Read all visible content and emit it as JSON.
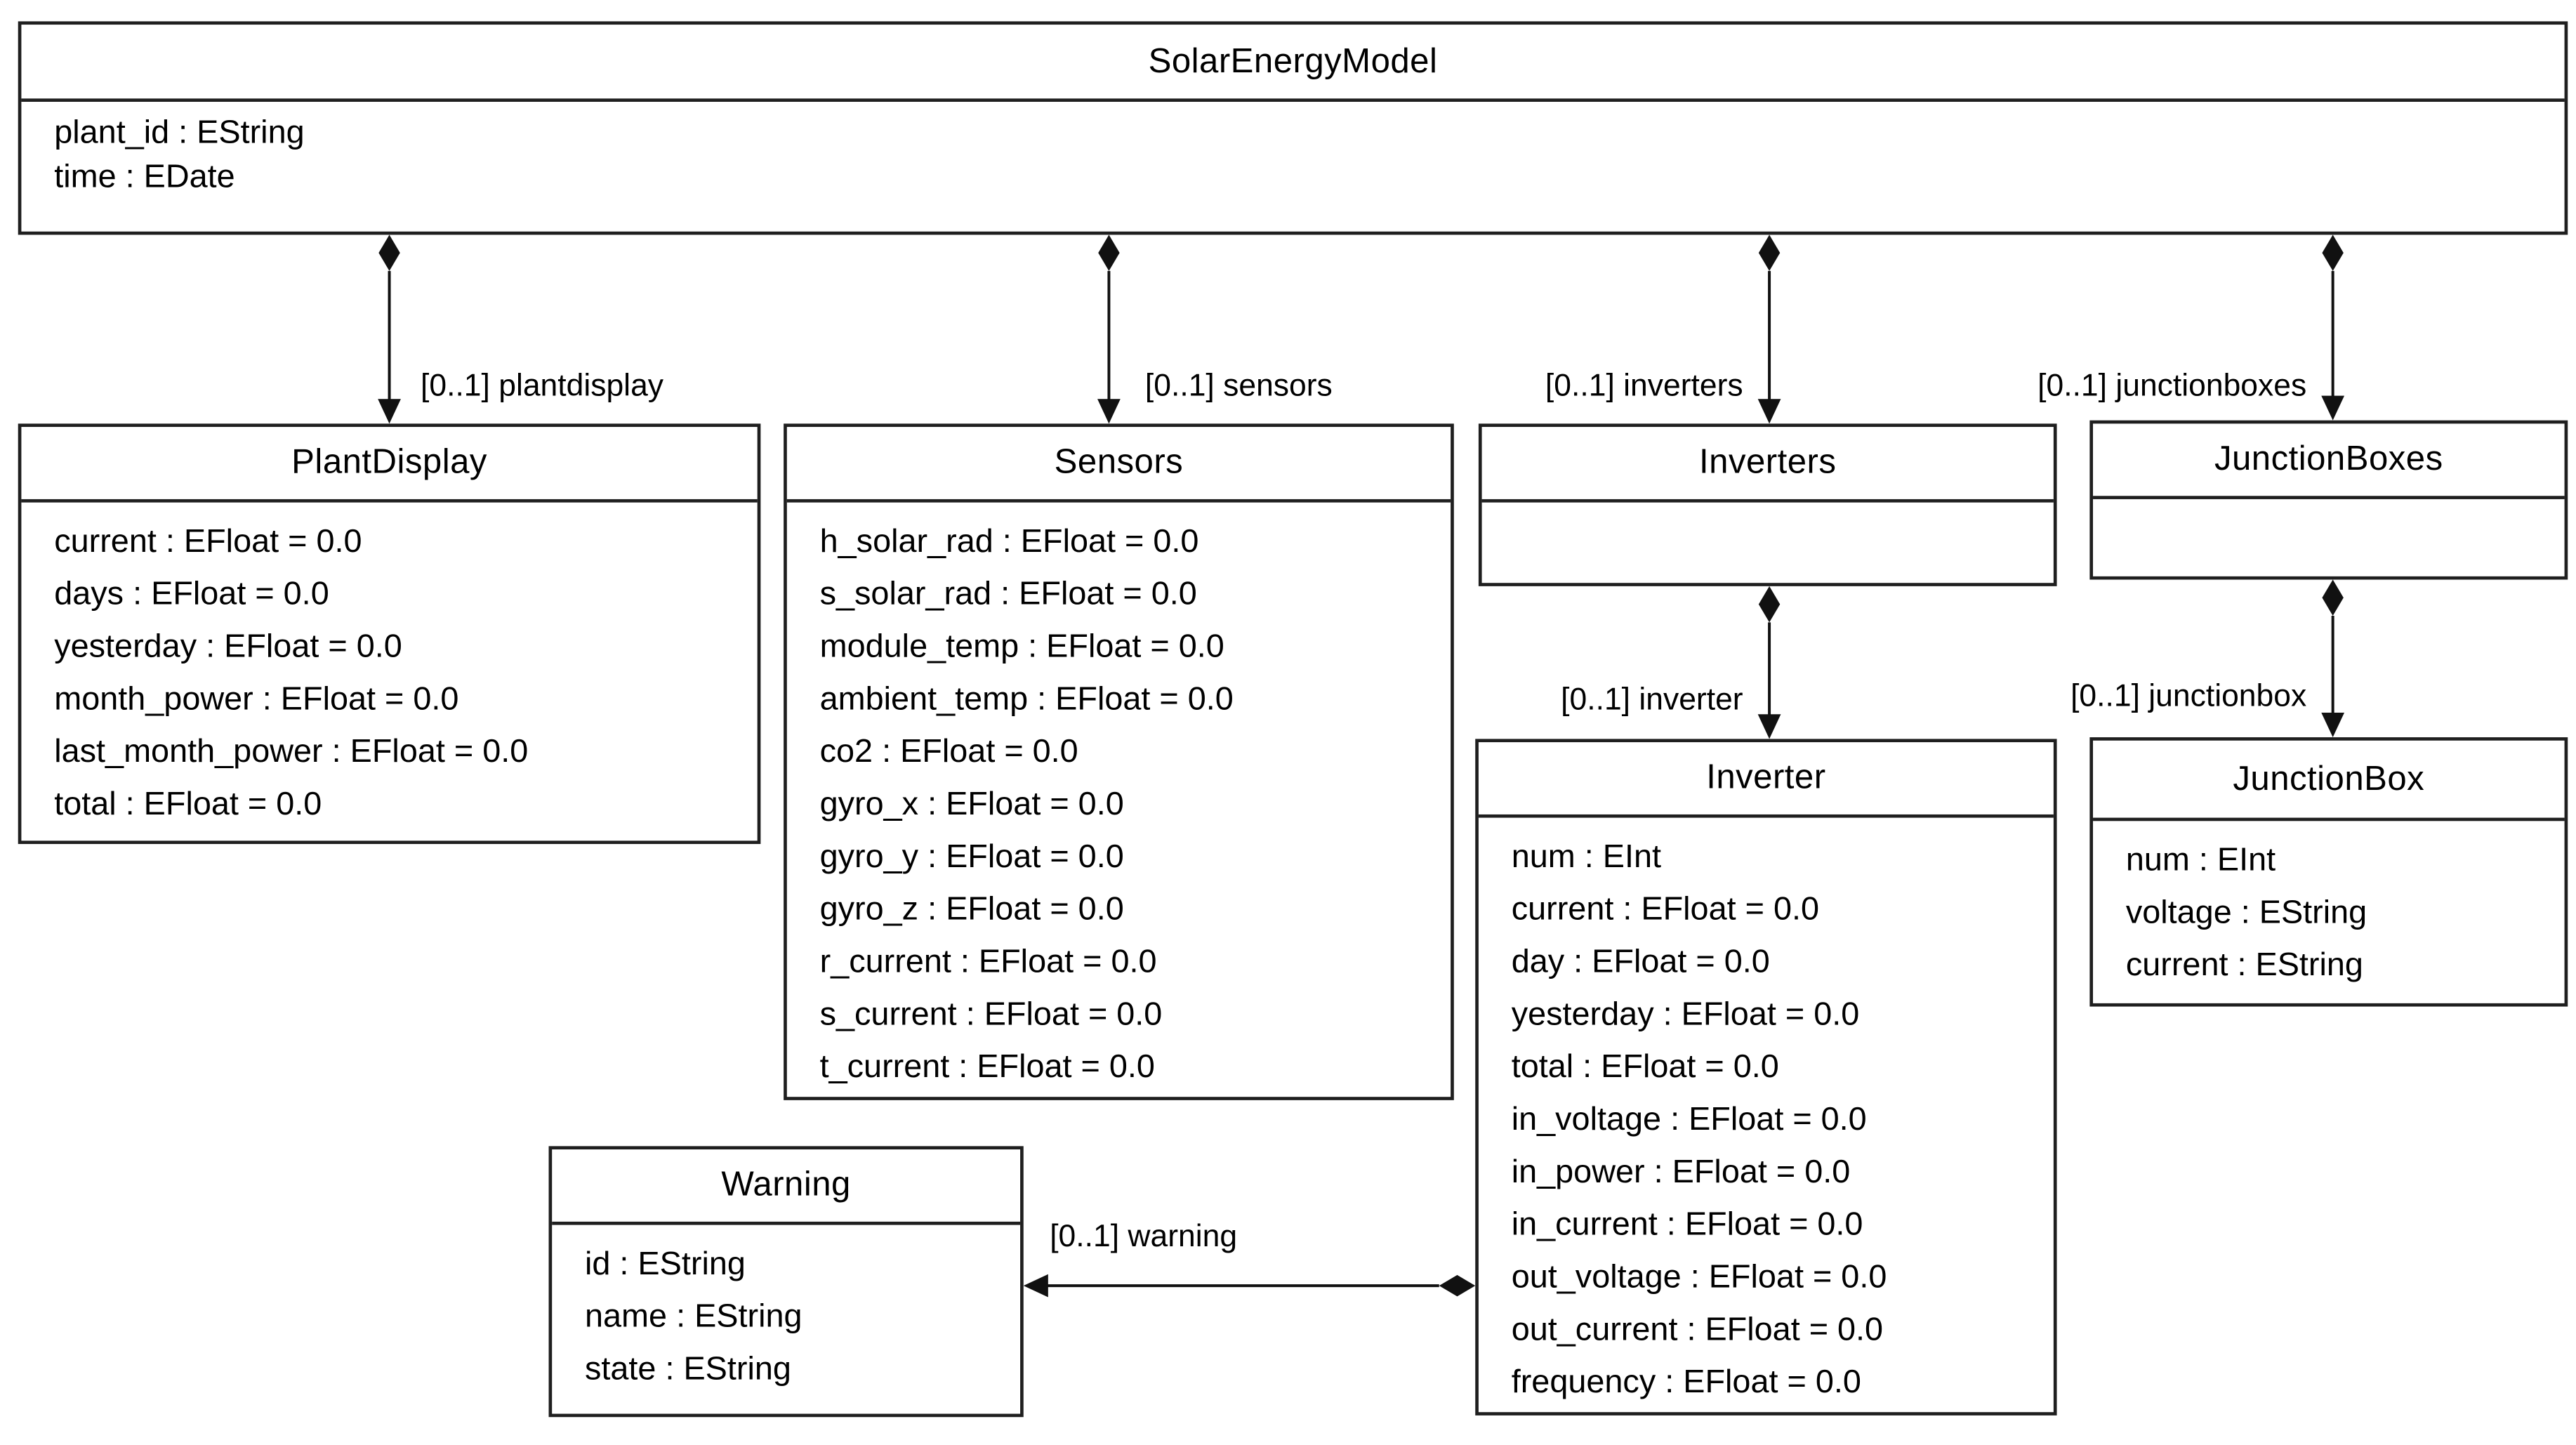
{
  "diagram": {
    "colors": {
      "line": "#1f1f1f",
      "background": "#ffffff",
      "text": "#000000"
    },
    "classes": [
      {
        "title": "SolarEnergyModel",
        "attributes": [
          "plant_id : EString",
          "time : EDate"
        ]
      },
      {
        "title": "PlantDisplay",
        "attributes": [
          "current : EFloat = 0.0",
          "days : EFloat = 0.0",
          "yesterday : EFloat = 0.0",
          "month_power : EFloat = 0.0",
          "last_month_power : EFloat = 0.0",
          "total : EFloat = 0.0"
        ]
      },
      {
        "title": "Sensors",
        "attributes": [
          "h_solar_rad : EFloat = 0.0",
          "s_solar_rad : EFloat = 0.0",
          "module_temp : EFloat = 0.0",
          "ambient_temp : EFloat = 0.0",
          "co2 : EFloat = 0.0",
          "gyro_x : EFloat = 0.0",
          "gyro_y : EFloat = 0.0",
          "gyro_z : EFloat = 0.0",
          "r_current : EFloat = 0.0",
          "s_current : EFloat = 0.0",
          "t_current : EFloat = 0.0"
        ]
      },
      {
        "title": "Inverters",
        "attributes": []
      },
      {
        "title": "JunctionBoxes",
        "attributes": []
      },
      {
        "title": "Inverter",
        "attributes": [
          "num : EInt",
          "current : EFloat = 0.0",
          "day : EFloat = 0.0",
          "yesterday : EFloat = 0.0",
          "total : EFloat = 0.0",
          "in_voltage : EFloat = 0.0",
          "in_power : EFloat = 0.0",
          "in_current : EFloat = 0.0",
          "out_voltage : EFloat = 0.0",
          "out_current : EFloat = 0.0",
          "frequency : EFloat = 0.0"
        ]
      },
      {
        "title": "JunctionBox",
        "attributes": [
          "num : EInt",
          "voltage : EString",
          "current : EString"
        ]
      },
      {
        "title": "Warning",
        "attributes": [
          "id : EString",
          "name : EString",
          "state : EString"
        ]
      }
    ],
    "edges": [
      {
        "label": "[0..1] plantdisplay",
        "source": "SolarEnergyModel",
        "target": "PlantDisplay",
        "type": "composition"
      },
      {
        "label": "[0..1] sensors",
        "source": "SolarEnergyModel",
        "target": "Sensors",
        "type": "composition"
      },
      {
        "label": "[0..1] inverters",
        "source": "SolarEnergyModel",
        "target": "Inverters",
        "type": "composition"
      },
      {
        "label": "[0..1] junctionboxes",
        "source": "SolarEnergyModel",
        "target": "JunctionBoxes",
        "type": "composition"
      },
      {
        "label": "[0..1] inverter",
        "source": "Inverters",
        "target": "Inverter",
        "type": "composition"
      },
      {
        "label": "[0..1] junctionbox",
        "source": "JunctionBoxes",
        "target": "JunctionBox",
        "type": "composition"
      },
      {
        "label": "[0..1] warning",
        "source": "Inverter",
        "target": "Warning",
        "type": "composition"
      }
    ]
  }
}
